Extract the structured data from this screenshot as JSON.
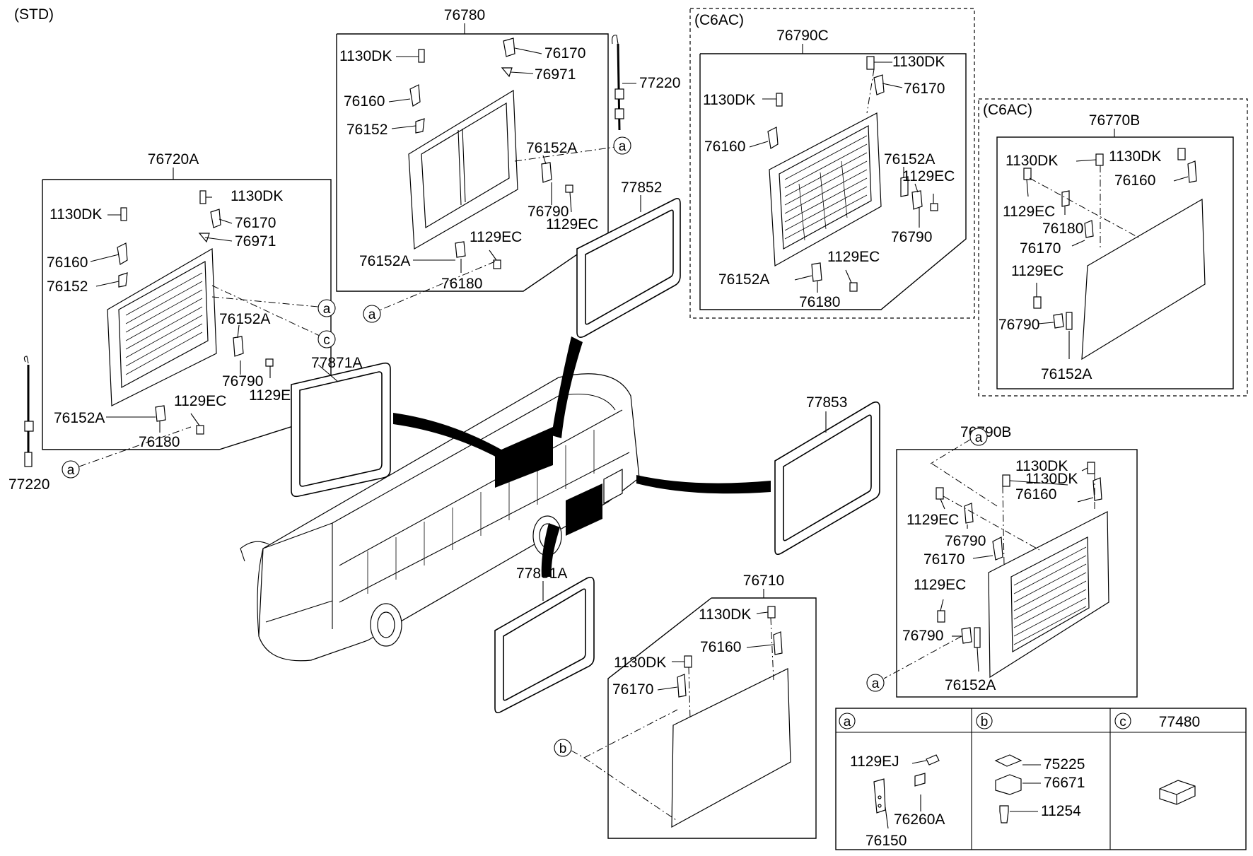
{
  "header": {
    "variant_std": "(STD)"
  },
  "groups": {
    "g76720A": {
      "title": "76720A",
      "labels": [
        "1130DK",
        "1130DK",
        "76170",
        "76971",
        "76160",
        "76152",
        "76152A",
        "76790",
        "1129EC",
        "1129EC",
        "76152A",
        "76180"
      ]
    },
    "g76780": {
      "title": "76780",
      "labels": [
        "1130DK",
        "76170",
        "76971",
        "76160",
        "76152",
        "76152A",
        "76790",
        "1129EC",
        "1129EC",
        "76152A",
        "76180"
      ]
    },
    "g76790C": {
      "variant": "(C6AC)",
      "title": "76790C",
      "labels": [
        "1130DK",
        "1130DK",
        "76170",
        "76160",
        "76152A",
        "1129EC",
        "76790",
        "1129EC",
        "76152A",
        "76180"
      ]
    },
    "g76770B": {
      "variant": "(C6AC)",
      "title": "76770B",
      "labels": [
        "1130DK",
        "1130DK",
        "76160",
        "1129EC",
        "76180",
        "76170",
        "1129EC",
        "76790",
        "76152A"
      ]
    },
    "g76790B": {
      "title": "76790B",
      "labels": [
        "1130DK",
        "1130DK",
        "76160",
        "1129EC",
        "76790",
        "76170",
        "1129EC",
        "76790",
        "76152A"
      ]
    },
    "g76710": {
      "title": "76710",
      "labels": [
        "1130DK",
        "76160",
        "1130DK",
        "76170"
      ]
    }
  },
  "loose_parts": {
    "p77220_left": "77220",
    "p77220_top": "77220",
    "p77871A": "77871A",
    "p77852": "77852",
    "p77853": "77853",
    "p77851A": "77851A"
  },
  "callouts": {
    "a": "a",
    "b": "b",
    "c": "c"
  },
  "legend": {
    "a": {
      "letter": "a",
      "labels": [
        "1129EJ",
        "76260A",
        "76150"
      ]
    },
    "b": {
      "letter": "b",
      "labels": [
        "75225",
        "76671",
        "11254"
      ]
    },
    "c": {
      "letter": "c",
      "labels": [
        "77480"
      ]
    }
  }
}
